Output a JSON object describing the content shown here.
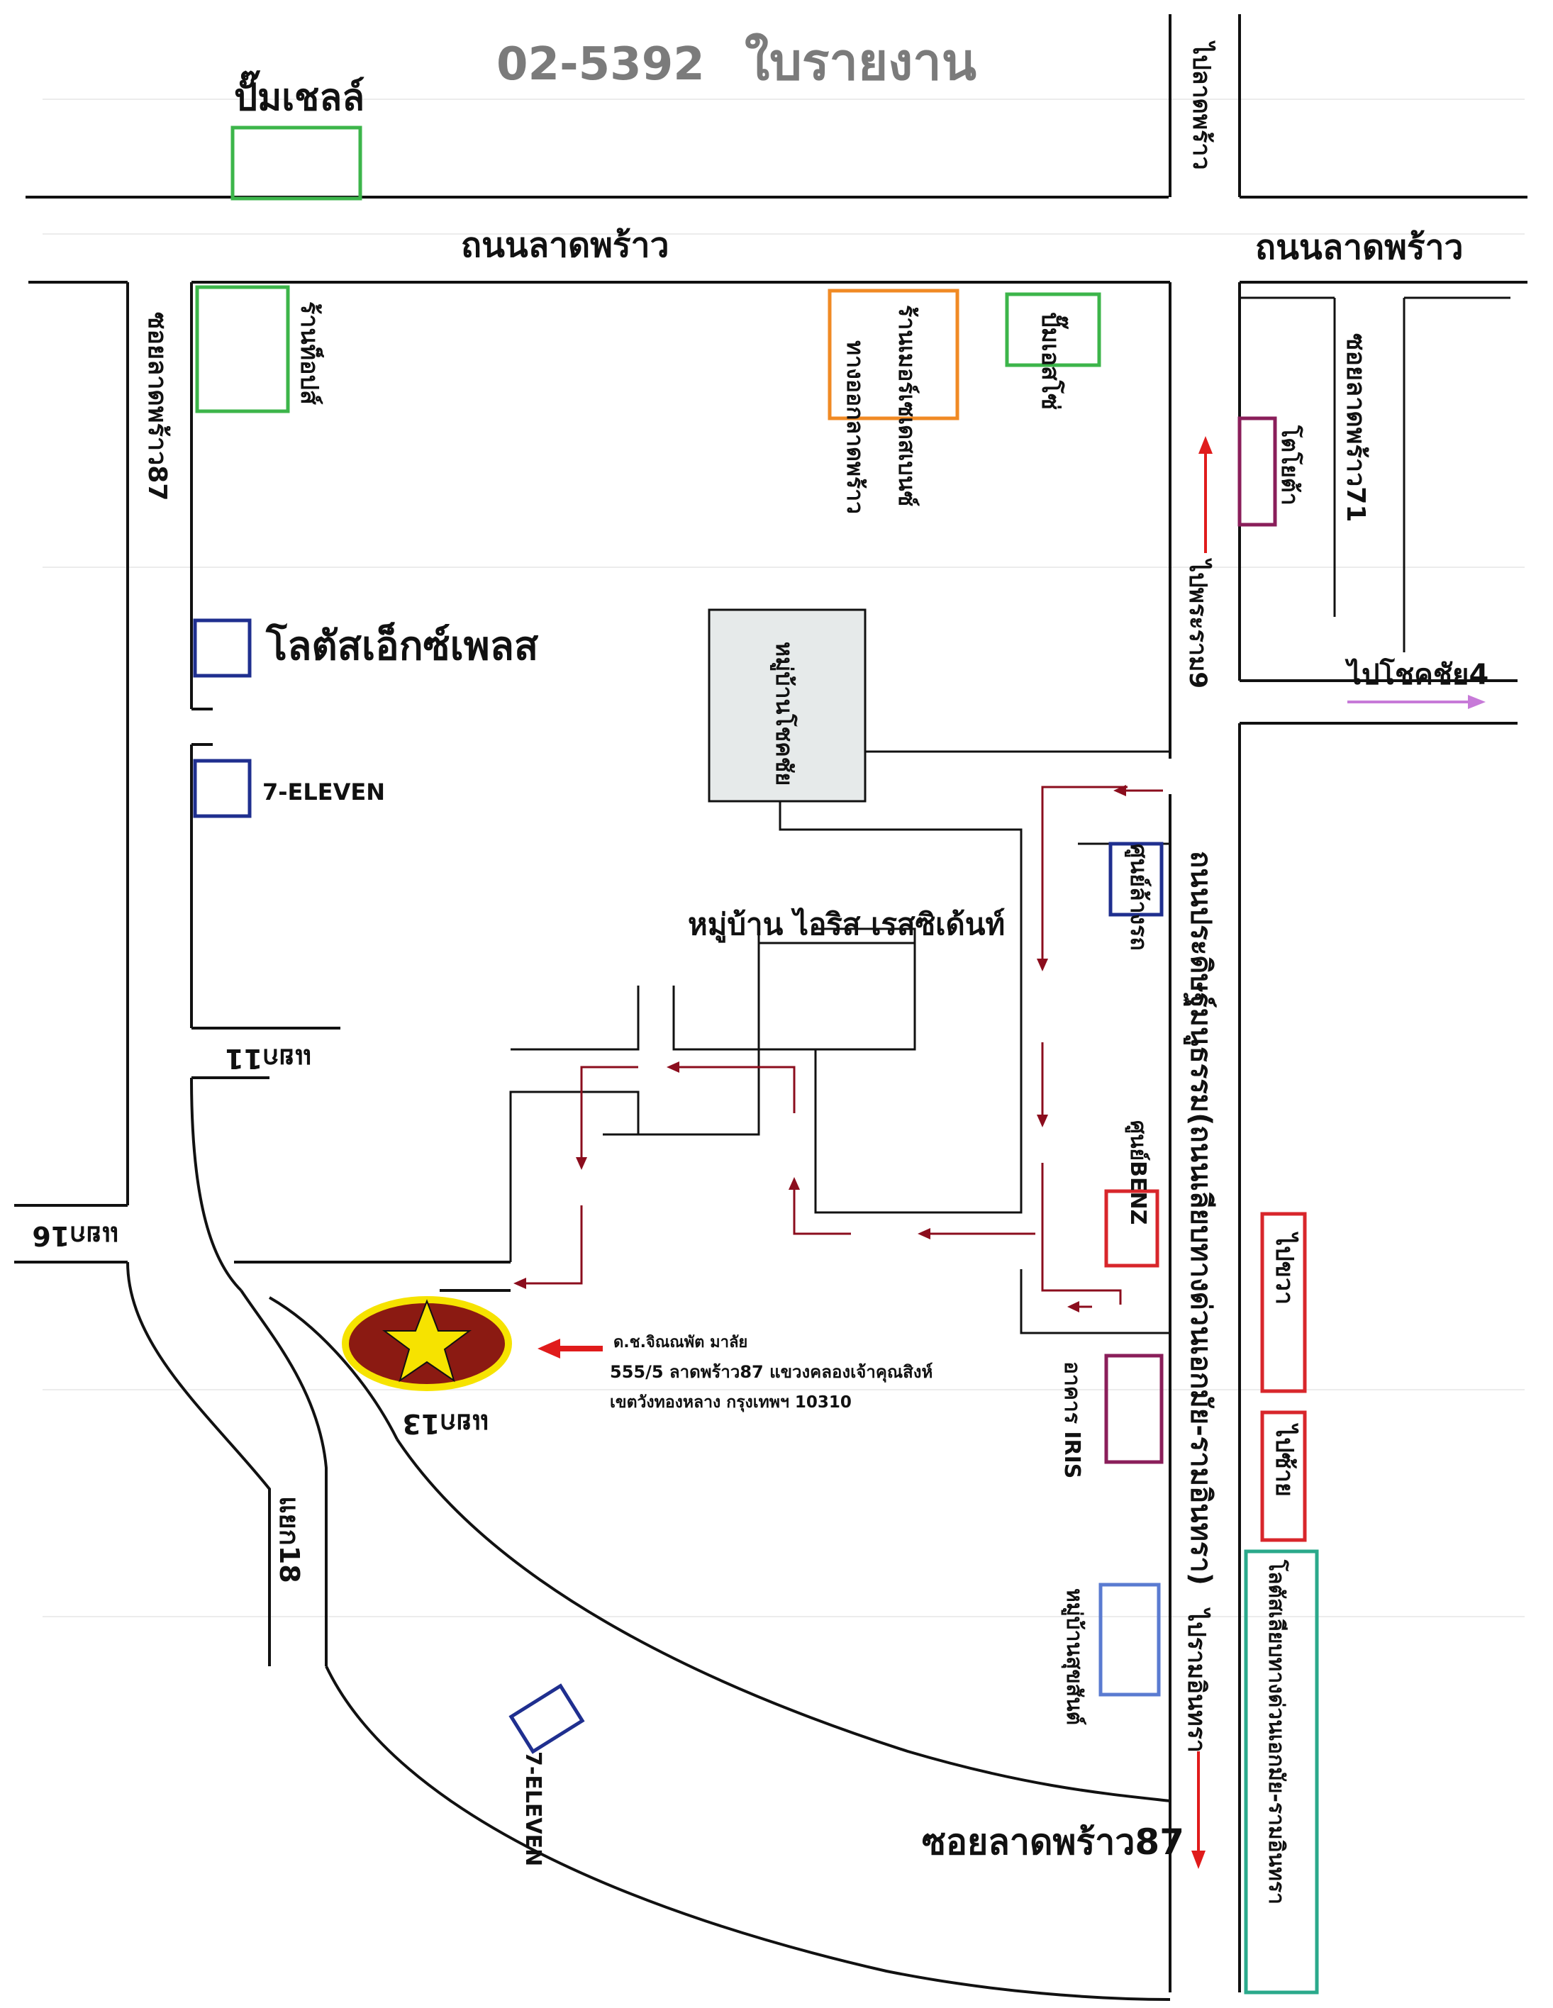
{
  "colors": {
    "road": "#111111",
    "arrow": "#8b0d1d",
    "green": "#3cb54a",
    "orange": "#f08a24",
    "navy": "#1f2f8f",
    "purple": "#8a1e5a",
    "red": "#d8262b",
    "teal": "#2aa98b",
    "village_fill": "#e6eaea",
    "marker_fill": "#8b1a12",
    "marker_ring": "#f6e300",
    "star": "#f6e300",
    "pink_arrow": "#c77ad8"
  },
  "roads": {
    "ladprao_left": "ถนนลาดพร้าว",
    "ladprao_right": "ถนนลาดพร้าว",
    "soi_ladprao_87_left": "ซอยลาดพร้าว87",
    "soi_ladprao_87_bottom": "ซอยลาดพร้าว87",
    "soi_ladprao_71": "ซอยลาดพร้าว71",
    "pradit_manutham": "ถนนประดิษฐ์มนูธรรม(ถนนเลียบทางด่วนเอกมัย-รามอินทรา)",
    "to_rama9": "ไปพระราม9",
    "to_ramintra": "ไปรามอินทรา",
    "to_chokchai4": "ไปโชคชัย4",
    "to_ladprao": "ไปลาดพร้าว",
    "lane_11": "แยก11",
    "lane_13": "แยก13",
    "lane_16": "แยก16",
    "lane_18": "แยก18",
    "yaek_khwaa": "ไปขวา",
    "yaek_sai": "ไปซ้าย"
  },
  "landmarks": {
    "pump_shell": "ปั๊มเชลล์",
    "tops_left": "ร้านท็อปส์",
    "mercedes": "ร้านเมอร์เซเดสเบนซ์",
    "ladprao_exit": "ทางออกลาดพร้าว",
    "pump_esso": "ปั๊มเอสโซ่",
    "toyota": "โตโยต้า",
    "lotus": "โลตัสเอ็กซ์เพลส",
    "seven_top": "7-ELEVEN",
    "seven_bottom": "7-ELEVEN",
    "village_chokchai": "หมู่บ้านโชคชัย",
    "village_iris": "หมู่บ้าน ไอริส เรสซิเด้นท์",
    "benz_service": "ศูนย์BENZ",
    "car_care": "ศูนย์ล้างรถ",
    "iris_building": "อาคาร IRIS",
    "village_sub": "หมู่บ้านสุขสันต์",
    "lotus_big": "โลตัสเลียบทางด่วนเอกมัย-รามอินทรา"
  },
  "destination": {
    "name": "ด.ช.จิณณพัต มาลัย",
    "address_line": "555/5 ลาดพร้าว87 แขวงคลองเจ้าคุณสิงห์",
    "district_line": "เขตวังทองหลาง กรุงเทพฯ 10310"
  },
  "background_form": {
    "header": "ใบรายงาน",
    "phone": "02-5392"
  }
}
